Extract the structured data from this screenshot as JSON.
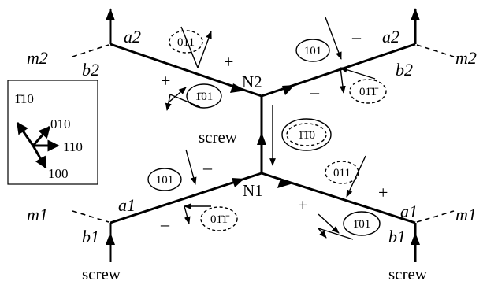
{
  "legend": {
    "items": [
      "1̄10",
      "010",
      "110",
      "100"
    ]
  },
  "nodes": {
    "top": "N2",
    "bottom": "N1"
  },
  "screw": {
    "middle": "screw",
    "bottom_left": "screw",
    "bottom_right": "screw"
  },
  "mirror_labels": {
    "top_left": "m2",
    "top_right": "m2",
    "bottom_left": "m1",
    "bottom_right": "m1"
  },
  "burgers_labels": {
    "top_left_upper": "a2",
    "top_left_lower": "b2",
    "top_right_upper": "a2",
    "top_right_lower": "b2",
    "bottom_left_upper": "a1",
    "bottom_left_lower": "b1",
    "bottom_right_upper": "a1",
    "bottom_right_lower": "b1"
  },
  "signs": {
    "ul_upper": "+",
    "ul_lower": "+",
    "ur_upper": "–",
    "ur_lower": "–",
    "ll_upper": "–",
    "ll_lower": "–",
    "lr_upper": "+",
    "lr_lower": "+"
  },
  "planes": {
    "ul_dashed": "011",
    "ul_solid": "1̄01",
    "ur_solid": "101",
    "ur_dashed": "01̄1̄",
    "center": "1̄1̄0",
    "ll_solid": "101",
    "ll_dashed": "01̄1̄",
    "lr_dashed": "011",
    "lr_solid": "1̄01"
  }
}
